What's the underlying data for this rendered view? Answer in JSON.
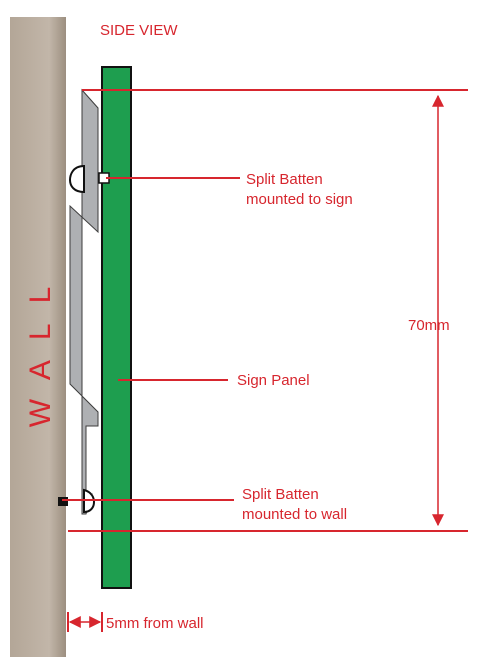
{
  "title": "SIDE VIEW",
  "wall_label": "WALL",
  "labels": {
    "split_batten_sign": [
      "Split Batten",
      "mounted to sign"
    ],
    "sign_panel": "Sign Panel",
    "split_batten_wall": [
      "Split Batten",
      "mounted to wall"
    ],
    "height_dimension": "70mm",
    "offset_dimension": "5mm from wall"
  },
  "colors": {
    "wall": "#bcafa1",
    "sign_panel": "#1e9e4f",
    "batten": "#aeb0b3",
    "annotation": "#d7262e",
    "outline": "#111111"
  }
}
